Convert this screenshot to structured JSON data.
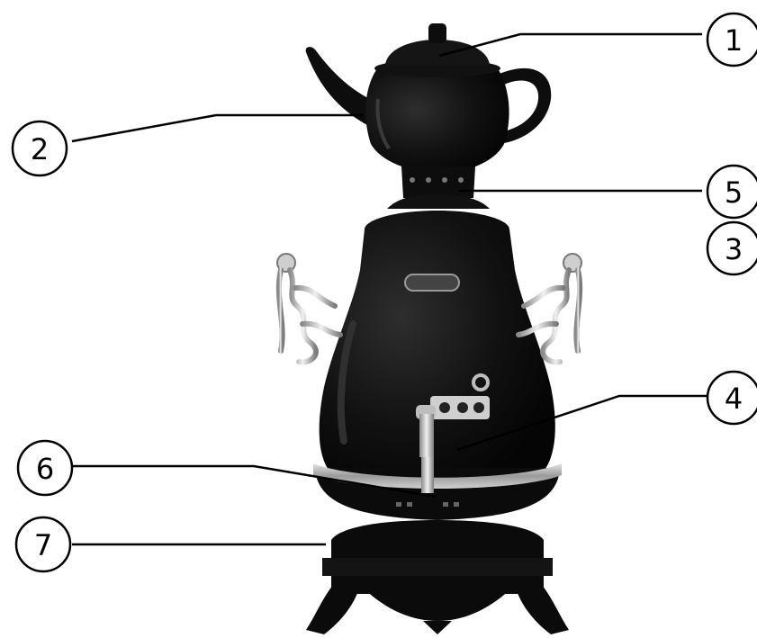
{
  "callouts": [
    {
      "id": "1",
      "label": "1"
    },
    {
      "id": "2",
      "label": "2"
    },
    {
      "id": "3",
      "label": "3"
    },
    {
      "id": "4",
      "label": "4"
    },
    {
      "id": "5",
      "label": "5"
    },
    {
      "id": "6",
      "label": "6"
    },
    {
      "id": "7",
      "label": "7"
    }
  ],
  "colors": {
    "body": "#0d0d0d",
    "highlight": "#2a2a2a",
    "chrome": "#b8b8b8",
    "line": "#000000"
  }
}
